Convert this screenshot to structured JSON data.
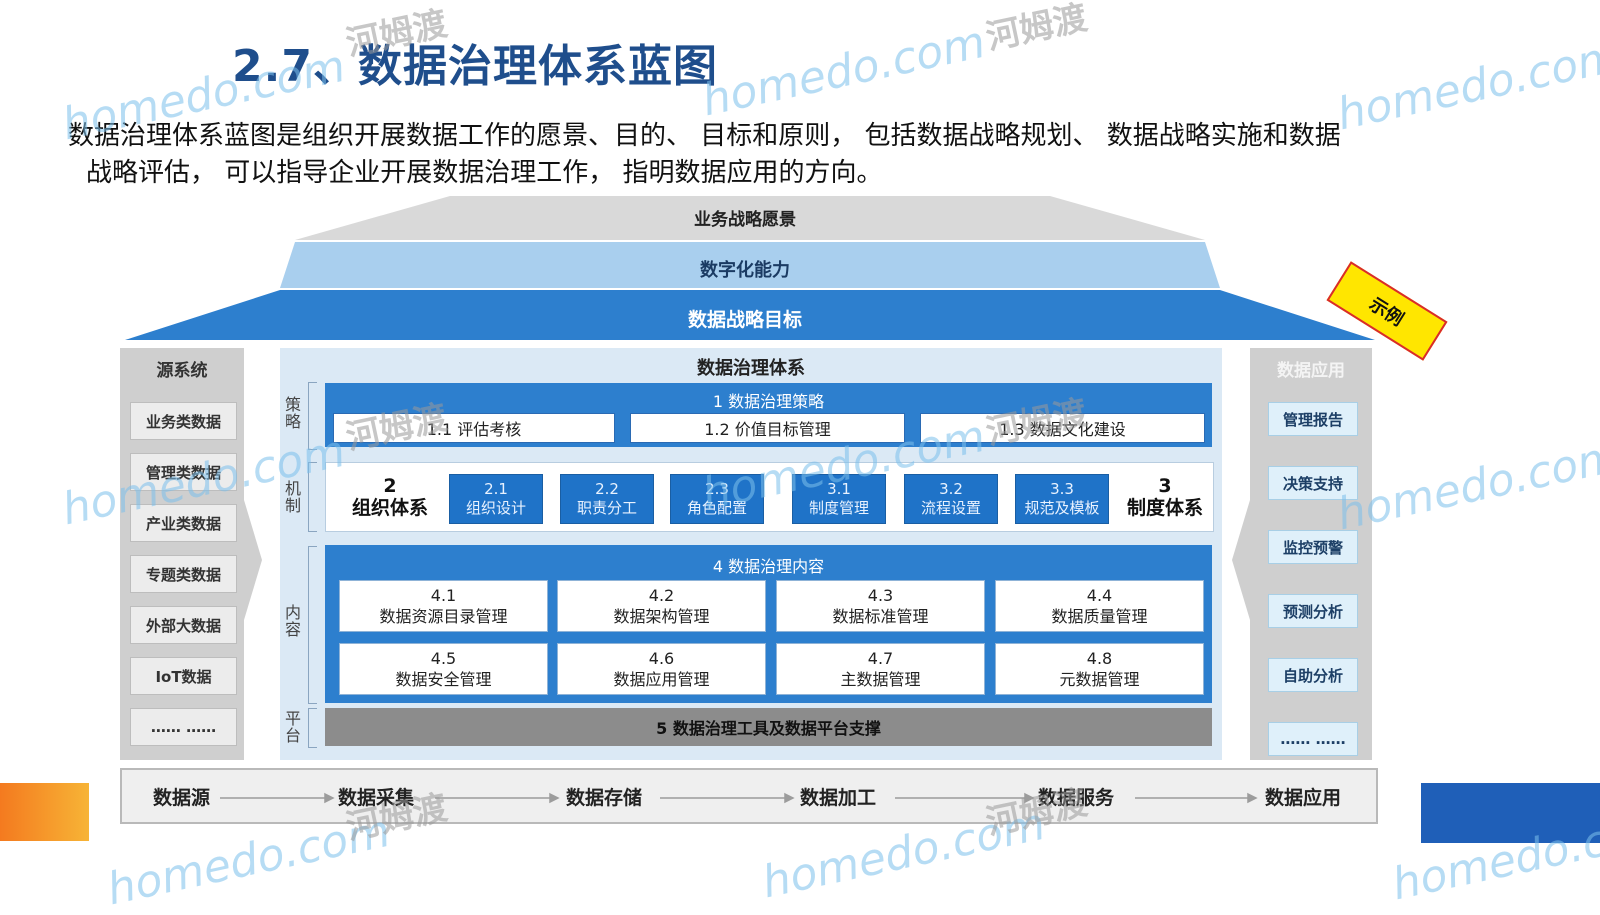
{
  "title": "2.7、数据治理体系蓝图",
  "intro": {
    "line1": "数据治理体系蓝图是组织开展数据工作的愿景、目的、 目标和原则， 包括数据战略规划、 数据战略实施和数据",
    "line2": "战略评估， 可以指导企业开展数据治理工作， 指明数据应用的方向。"
  },
  "roof": {
    "top": "业务战略愿景",
    "middle": "数字化能力",
    "bottom": "数据战略目标"
  },
  "badge": "示例",
  "source": {
    "title": "源系统",
    "items": [
      "业务类数据",
      "管理类数据",
      "产业类数据",
      "专题类数据",
      "外部大数据",
      "IoT数据",
      "…… ……"
    ]
  },
  "apps": {
    "title": "数据应用",
    "items": [
      "管理报告",
      "决策支持",
      "监控预警",
      "预测分析",
      "自助分析",
      "…… ……"
    ]
  },
  "center": {
    "title": "数据治理体系",
    "labels": {
      "strategy": "策略",
      "mechanism": "机制",
      "content": "内容",
      "platform": "平台"
    },
    "strategy": {
      "head": "1 数据治理策略",
      "items": [
        "1.1 评估考核",
        "1.2 价值目标管理",
        "1.3 数据文化建设"
      ]
    },
    "mechanism": {
      "org": {
        "num": "2",
        "name": "组织体系"
      },
      "sys": {
        "num": "3",
        "name": "制度体系"
      },
      "items": [
        {
          "num": "2.1",
          "name": "组织设计"
        },
        {
          "num": "2.2",
          "name": "职责分工"
        },
        {
          "num": "2.3",
          "name": "角色配置"
        },
        {
          "num": "3.1",
          "name": "制度管理"
        },
        {
          "num": "3.2",
          "name": "流程设置"
        },
        {
          "num": "3.3",
          "name": "规范及模板"
        }
      ]
    },
    "content": {
      "head": "4 数据治理内容",
      "items": [
        {
          "num": "4.1",
          "name": "数据资源目录管理"
        },
        {
          "num": "4.2",
          "name": "数据架构管理"
        },
        {
          "num": "4.3",
          "name": "数据标准管理"
        },
        {
          "num": "4.4",
          "name": "数据质量管理"
        },
        {
          "num": "4.5",
          "name": "数据安全管理"
        },
        {
          "num": "4.6",
          "name": "数据应用管理"
        },
        {
          "num": "4.7",
          "name": "主数据管理"
        },
        {
          "num": "4.8",
          "name": "元数据管理"
        }
      ]
    },
    "platform": "5 数据治理工具及数据平台支撑"
  },
  "flow": [
    "数据源",
    "数据采集",
    "数据存储",
    "数据加工",
    "数据服务",
    "数据应用"
  ],
  "watermark": {
    "brand": "homedo.com",
    "cn": "河姆渡"
  },
  "colors": {
    "title": "#1f4e8c",
    "roof_dark": "#2d7fce",
    "roof_light": "#a6cdea",
    "accent": "#1f73c8"
  }
}
